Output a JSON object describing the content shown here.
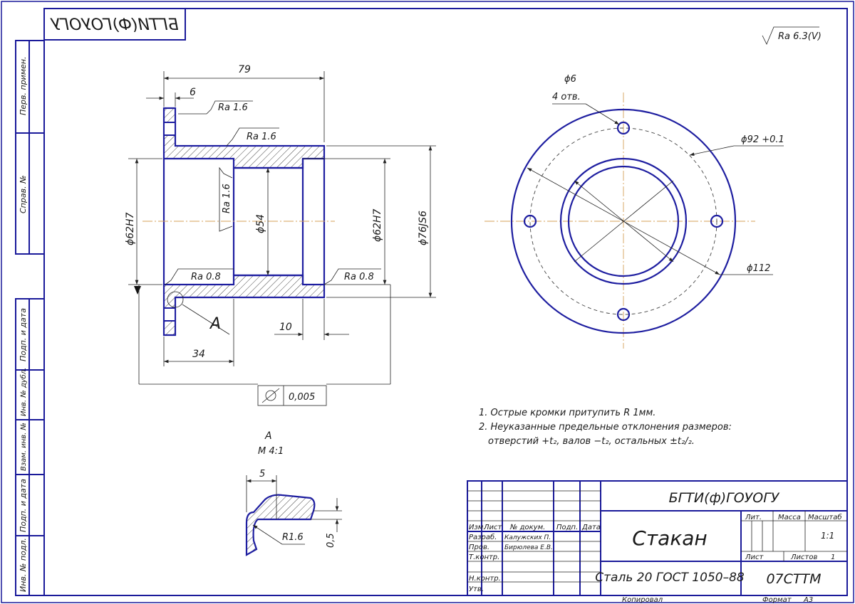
{
  "sheet": {
    "mirrored_stamp": "БГТИ(Ф)ГОУОГУ",
    "roughness_general": "Ra 6.3(V)"
  },
  "side_strip": [
    "Перв. примен.",
    "Справ. №",
    "Подп. и дата",
    "Инв. № дубл.",
    "Взам. инв. №",
    "Подп. и дата",
    "Инв. № подл."
  ],
  "section_view": {
    "dims": {
      "overall_length": "79",
      "flange_width": "6",
      "bore_54_depth": "34",
      "recess_depth": "10",
      "d_bore_left": "ϕ62H7",
      "d_bore_mid": "ϕ54",
      "d_bore_right": "ϕ62H7",
      "d_outer": "ϕ76JS6"
    },
    "roughness": [
      "Ra 1.6",
      "Ra 1.6",
      "Ra 1.6",
      "Ra 0.8",
      "Ra 0.8"
    ],
    "detail_marker": "A",
    "runout_tolerance": "0,005"
  },
  "end_view": {
    "hole_dia": "ϕ6",
    "hole_count": "4 отв.",
    "pcd": "ϕ92 +0.1",
    "outer_dia": "ϕ112"
  },
  "detail_view": {
    "title": "A",
    "scale": "М 4:1",
    "width_dim": "5",
    "radius": "R1.6",
    "height_dim": "0,5"
  },
  "notes": [
    "1. Острые кромки притупить R 1мм.",
    "2. Неуказанные предельные отклонения размеров:",
    "отверстий +t₂, валов −t₂, остальных ±t₂/₂."
  ],
  "title_block": {
    "organization": "БГТИ(ф)ГОУОГУ",
    "part_name": "Стакан",
    "material": "Сталь 20 ГОСТ 1050–88",
    "designation": "07СТТМ",
    "col_headers": [
      "Изм.",
      "Лист",
      "№ докум.",
      "Подп.",
      "Дата"
    ],
    "rows": [
      {
        "role": "Разраб.",
        "name": "Калужских П."
      },
      {
        "role": "Пров.",
        "name": "Бирюлева Е.В."
      },
      {
        "role": "Т.контр.",
        "name": ""
      },
      {
        "role": "Н.контр.",
        "name": ""
      },
      {
        "role": "Утв.",
        "name": ""
      }
    ],
    "lit_label": "Лит.",
    "mass_label": "Масса",
    "scale_label": "Масштаб",
    "scale_value": "1:1",
    "sheet_label": "Лист",
    "sheets_label": "Листов",
    "sheets_value": "1",
    "copied_label": "Копировал",
    "format_label": "Формат",
    "format_value": "А3"
  }
}
